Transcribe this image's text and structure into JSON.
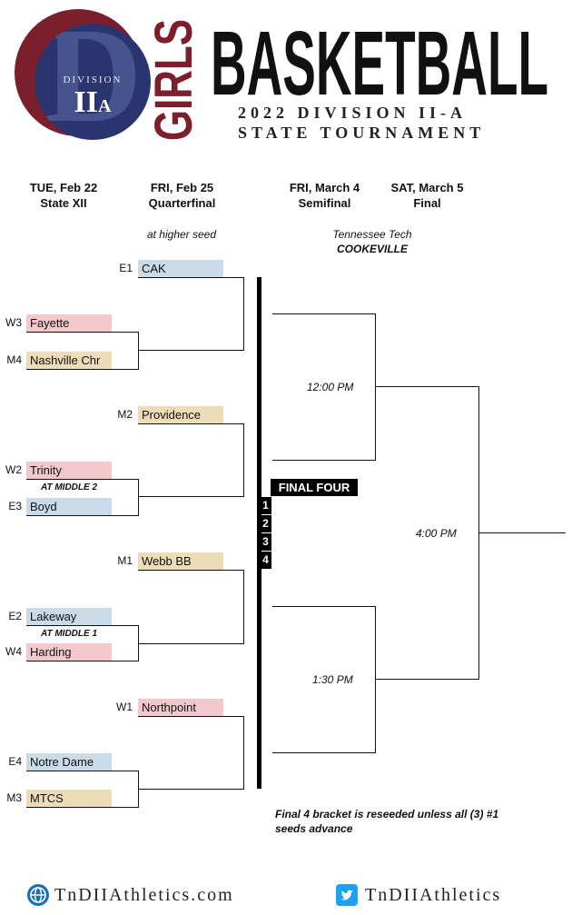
{
  "header": {
    "logo_division": "DIVISION",
    "logo_ii": "II",
    "logo_a": "A",
    "girls": "GIRLS",
    "title": "BASKETBALL",
    "subtitle1": "2022 DIVISION II-A",
    "subtitle2": "STATE TOURNAMENT"
  },
  "columns": [
    {
      "line1": "TUE, Feb 22",
      "line2": "State XII"
    },
    {
      "line1": "FRI, Feb 25",
      "line2": "Quarterfinal"
    },
    {
      "line1": "FRI, March 4",
      "line2": "Semifinal"
    },
    {
      "line1": "SAT, March 5",
      "line2": "Final"
    }
  ],
  "notes": {
    "qf_venue": "at higher seed",
    "semi_venue": "Tennessee Tech",
    "semi_city": "COOKEVILLE"
  },
  "quarterfinal_seeds": [
    {
      "seed": "E1",
      "team": "CAK"
    },
    {
      "seed": "M2",
      "team": "Providence"
    },
    {
      "seed": "M1",
      "team": "Webb BB"
    },
    {
      "seed": "W1",
      "team": "Northpoint"
    }
  ],
  "first_round": [
    {
      "seed": "W3",
      "team": "Fayette"
    },
    {
      "seed": "M4",
      "team": "Nashville Chr"
    },
    {
      "seed": "W2",
      "team": "Trinity"
    },
    {
      "seed": "E3",
      "team": "Boyd"
    },
    {
      "seed": "E2",
      "team": "Lakeway"
    },
    {
      "seed": "W4",
      "team": "Harding"
    },
    {
      "seed": "E4",
      "team": "Notre Dame"
    },
    {
      "seed": "M3",
      "team": "MTCS"
    }
  ],
  "sites": [
    "AT MIDDLE 2",
    "AT MIDDLE 1"
  ],
  "final_four": {
    "label": "FINAL FOUR",
    "numbers": [
      "1",
      "2",
      "3",
      "4"
    ]
  },
  "times": {
    "semi1": "12:00 PM",
    "semi2": "1:30 PM",
    "final": "4:00 PM"
  },
  "footnote": "Final 4 bracket is reseeded unless all (3) #1 seeds advance",
  "footer": {
    "website": "TnDIIAthletics.com",
    "twitter": "TnDIIAthletics"
  },
  "colors": {
    "maroon": "#7a1f2b",
    "navy": "#2a3570",
    "blue": "#c9dbe8",
    "pink": "#f3c8cc",
    "tan": "#ecdcb8"
  }
}
